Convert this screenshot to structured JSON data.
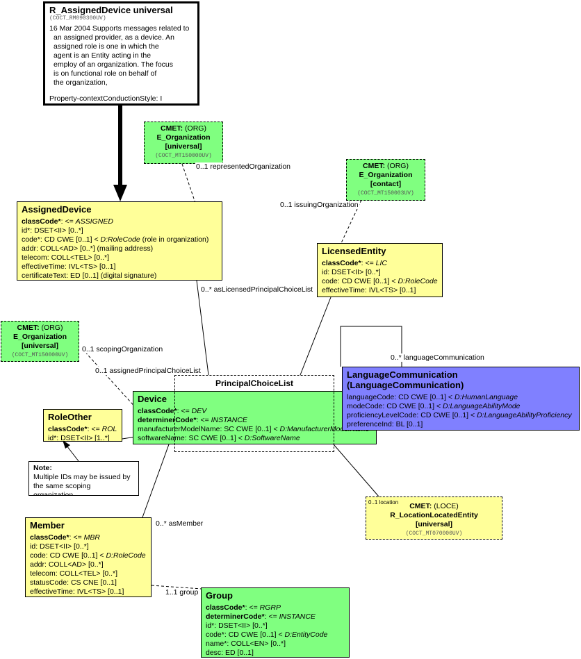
{
  "header_box": {
    "title": "R_AssignedDevice universal",
    "id": "(COCT_RM090300UV)",
    "desc_lines": [
      "16 Mar 2004 Supports messages related to",
      "an assigned provider, as a device. An",
      "assigned role is one in which the",
      "agent is an Entity acting in the",
      "employ of an organization. The focus",
      "is on functional role on behalf of",
      "the organization,"
    ],
    "style": "Property-contextConductionStyle: I"
  },
  "cmet_org_top": {
    "line1_bold": "CMET:",
    "line1_rest": " (ORG)",
    "line2": "E_Organization",
    "line3": "[universal]",
    "id": "(COCT_MT150000UV)"
  },
  "cmet_org_contact": {
    "line1_bold": "CMET:",
    "line1_rest": " (ORG)",
    "line2": "E_Organization",
    "line3": "[contact]",
    "id": "(COCT_MT150003UV)"
  },
  "cmet_org_left": {
    "line1_bold": "CMET:",
    "line1_rest": " (ORG)",
    "line2": "E_Organization",
    "line3": "[universal]",
    "id": "(COCT_MT150000UV)"
  },
  "cmet_loce": {
    "line1_bold": "CMET:",
    "line1_rest": " (LOCE)",
    "line2": "R_LocationLocatedEntity",
    "line3": "[universal]",
    "id": "(COCT_MT070000UV)"
  },
  "assigned_device": {
    "title": "AssignedDevice",
    "attrs": [
      {
        "name": "classCode*",
        "rest": ": <= ",
        "val": "ASSIGNED"
      },
      {
        "name": "id*",
        "rest": ": DSET<II> [0..*]",
        "val": ""
      },
      {
        "name": "code*",
        "rest": ": CD CWE [0..1] < ",
        "val": "D:RoleCode",
        "tail": " (role in organization)"
      },
      {
        "name": "addr",
        "rest": ": COLL<AD> [0..*] (mailing address)",
        "val": ""
      },
      {
        "name": "telecom",
        "rest": ": COLL<TEL> [0..*]",
        "val": ""
      },
      {
        "name": "effectiveTime",
        "rest": ": IVL<TS> [0..1]",
        "val": ""
      },
      {
        "name": "certificateText",
        "rest": ": ED [0..1] (digital signature)",
        "val": ""
      }
    ]
  },
  "licensed_entity": {
    "title": "LicensedEntity",
    "attrs": [
      {
        "name": "classCode*",
        "rest": ": <= ",
        "val": "LIC"
      },
      {
        "name": "id",
        "rest": ": DSET<II> [0..*]",
        "val": ""
      },
      {
        "name": "code",
        "rest": ": CD CWE [0..1] < ",
        "val": "D:RoleCode"
      },
      {
        "name": "effectiveTime",
        "rest": ": IVL<TS> [0..1]",
        "val": ""
      }
    ]
  },
  "choice_list": {
    "title": "PrincipalChoiceList"
  },
  "device": {
    "title": "Device",
    "attrs": [
      {
        "name": "classCode*",
        "rest": ": <= ",
        "val": "DEV"
      },
      {
        "name": "determinerCode*",
        "rest": ": <= ",
        "val": "INSTANCE"
      },
      {
        "name": "manufacturerModelName",
        "rest": ": SC CWE [0..1] < ",
        "val": "D:ManufacturerModelName"
      },
      {
        "name": "softwareName",
        "rest": ": SC CWE [0..1] < ",
        "val": "D:SoftwareName"
      }
    ]
  },
  "language": {
    "title1": "LanguageCommunication",
    "title2": "(LanguageCommunication)",
    "attrs": [
      {
        "name": "languageCode",
        "rest": ": CD CWE [0..1] < ",
        "val": "D:HumanLanguage"
      },
      {
        "name": "modeCode",
        "rest": ": CD CWE [0..1] < ",
        "val": "D:LanguageAbilityMode"
      },
      {
        "name": "proficiencyLevelCode",
        "rest": ": CD CWE [0..1] < ",
        "val": "D:LanguageAbilityProficiency"
      },
      {
        "name": "preferenceInd",
        "rest": ": BL [0..1]",
        "val": ""
      }
    ]
  },
  "role_other": {
    "title": "RoleOther",
    "attrs": [
      {
        "name": "classCode*",
        "rest": ": <= ",
        "val": "ROL"
      },
      {
        "name": "id*",
        "rest": ": DSET<II> [1..*]",
        "val": ""
      }
    ]
  },
  "note": {
    "title": "Note:",
    "line1": "Multiple IDs may be issued by",
    "line2": "the same scoping organization."
  },
  "member": {
    "title": "Member",
    "attrs": [
      {
        "name": "classCode*",
        "rest": ": <= ",
        "val": "MBR"
      },
      {
        "name": "id",
        "rest": ": DSET<II> [0..*]",
        "val": ""
      },
      {
        "name": "code",
        "rest": ": CD CWE [0..1] < ",
        "val": "D:RoleCode"
      },
      {
        "name": "addr",
        "rest": ": COLL<AD> [0..*]",
        "val": ""
      },
      {
        "name": "telecom",
        "rest": ": COLL<TEL> [0..*]",
        "val": ""
      },
      {
        "name": "statusCode",
        "rest": ": CS CNE [0..1]",
        "val": ""
      },
      {
        "name": "effectiveTime",
        "rest": ": IVL<TS> [0..1]",
        "val": ""
      }
    ]
  },
  "group": {
    "title": "Group",
    "attrs": [
      {
        "name": "classCode*",
        "rest": ": <= ",
        "val": "RGRP"
      },
      {
        "name": "determinerCode*",
        "rest": ": <= ",
        "val": "INSTANCE"
      },
      {
        "name": "id*",
        "rest": ": DSET<II> [0..*]",
        "val": ""
      },
      {
        "name": "code*",
        "rest": ": CD CWE [0..1] < ",
        "val": "D:EntityCode"
      },
      {
        "name": "name*",
        "rest": ": COLL<EN> [0..*]",
        "val": ""
      },
      {
        "name": "desc",
        "rest": ": ED [0..1]",
        "val": ""
      }
    ]
  },
  "labels": {
    "represented": "0..1 representedOrganization",
    "issuing": "0..1 issuingOrganization",
    "as_licensed": "0..* asLicensedPrincipalChoiceList",
    "scoping": "0..1 scopingOrganization",
    "assigned_choice": "0..1 assignedPrincipalChoiceList",
    "language_comm": "0..* languageCommunication",
    "location": "0..1 location",
    "as_member": "0..* asMember",
    "group": "1..1 group"
  }
}
